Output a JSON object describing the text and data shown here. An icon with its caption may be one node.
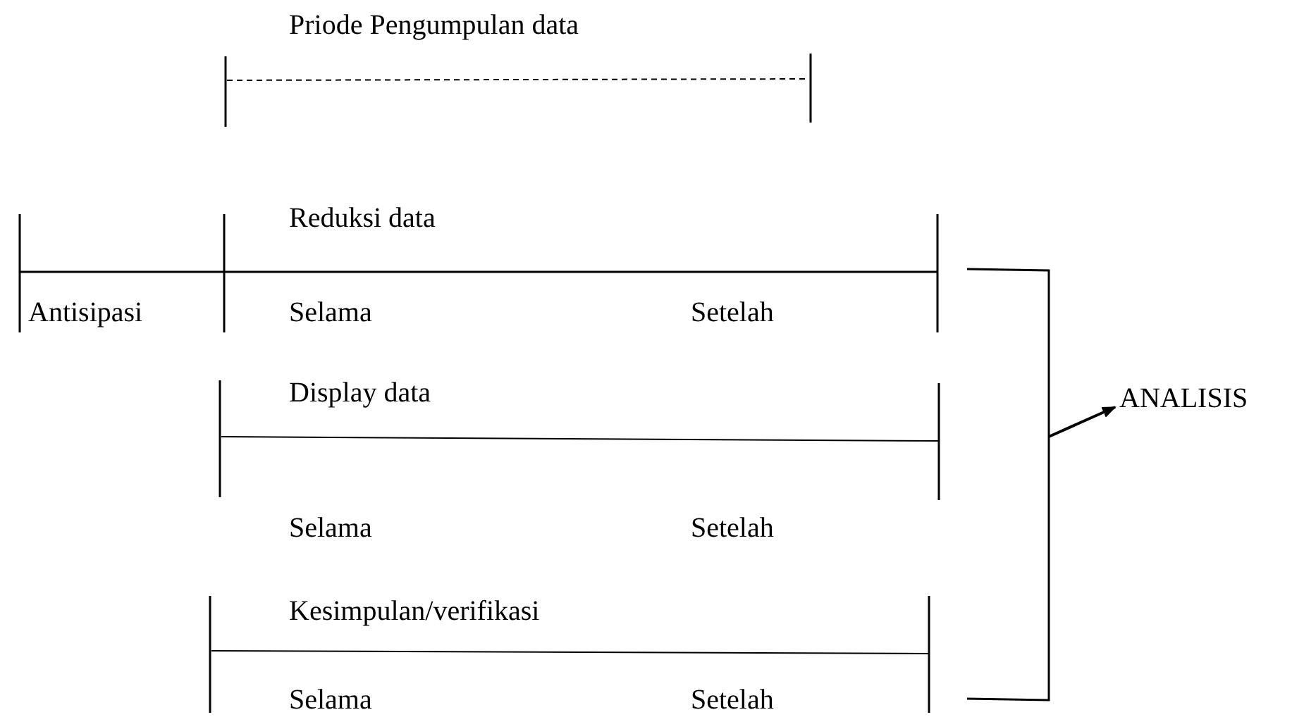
{
  "diagram": {
    "nodes": [
      {
        "text": [],
        "shape": "bracket"
      },
      {
        "text": [
          "ANALISIS"
        ]
      }
    ],
    "edges": [
      {
        "from": 0,
        "to": 1,
        "arrow": "to"
      }
    ],
    "labels": [
      "Priode Pengumpulan data",
      "Reduksi data",
      "Antisipasi",
      "Selama",
      "Setelah",
      "Display data",
      "Selama",
      "Setelah",
      "Kesimpulan/verifikasi",
      "Selama",
      "Setelah"
    ]
  }
}
